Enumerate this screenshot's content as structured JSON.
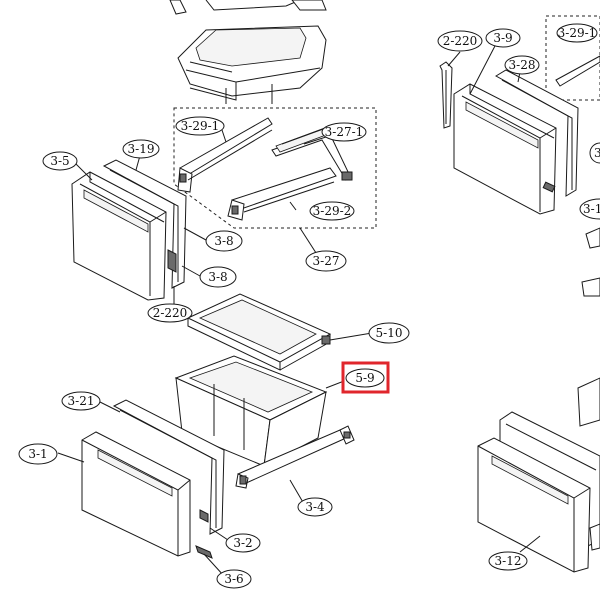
{
  "labels": {
    "l_3_29_1_a": "3-29-1",
    "l_3_27_1": "3-27-1",
    "l_3_19": "3-19",
    "l_3_5": "3-5",
    "l_3_8_a": "3-8",
    "l_3_8_b": "3-8",
    "l_3_29_2": "3-29-2",
    "l_3_27": "3-27",
    "l_2_220_a": "2-220",
    "l_5_10": "5-10",
    "l_5_9": "5-9",
    "l_3_21": "3-21",
    "l_3_1": "3-1",
    "l_3_4": "3-4",
    "l_3_2": "3-2",
    "l_3_6": "3-6",
    "l_2_220_b": "2-220",
    "l_3_9": "3-9",
    "l_3_29_1_b": "3-29-1",
    "l_3_28": "3-28",
    "l_3_12": "3-12",
    "l_3_partial_a": "3",
    "l_3_partial_b": "3-1"
  },
  "highlight": {
    "target": "5-9",
    "color": "#e0262c"
  }
}
